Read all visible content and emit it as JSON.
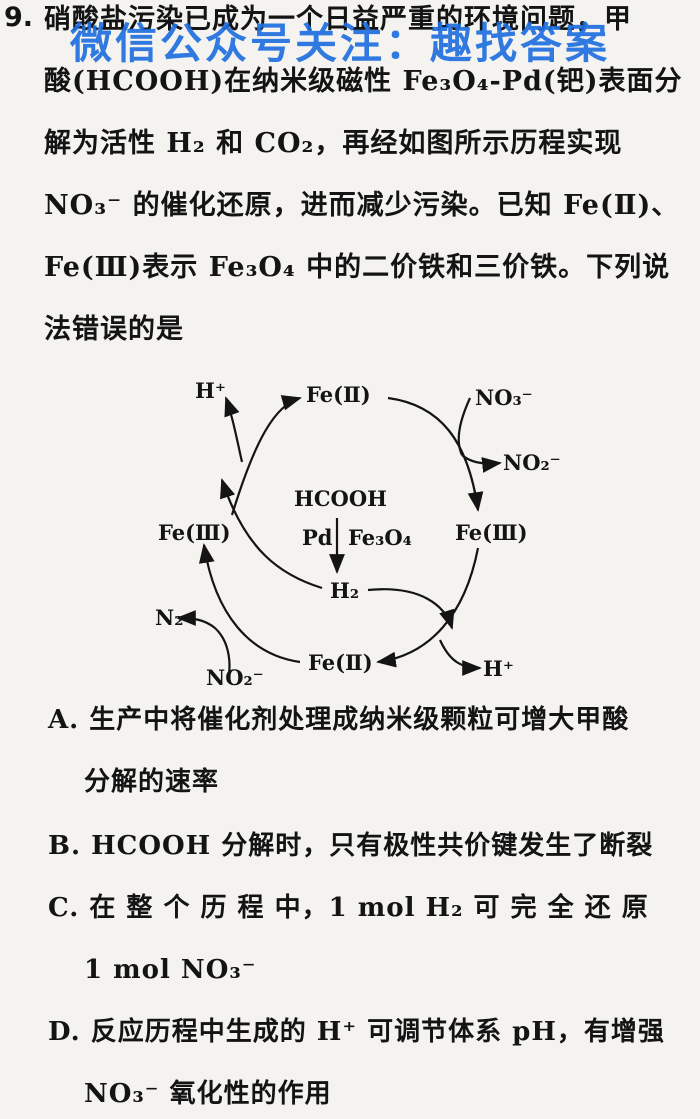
{
  "question": {
    "number": "9.",
    "watermark": "微信公众号关注：趣找答案",
    "stem_lines": [
      "硝酸盐污染已成为一个日益严重的环境问题，甲",
      "酸(HCOOH)在纳米级磁性 Fe₃O₄-Pd(钯)表面分",
      "解为活性 H₂ 和 CO₂，再经如图所示历程实现",
      "NO₃⁻ 的催化还原，进而减少污染。已知 Fe(Ⅱ)、",
      "Fe(Ⅲ)表示 Fe₃O₄ 中的二价铁和三价铁。下列说",
      "法错误的是"
    ]
  },
  "diagram": {
    "labels": {
      "h_plus_top": "H⁺",
      "fe2_top": "Fe(Ⅱ)",
      "no3_top": "NO₃⁻",
      "no2_right": "NO₂⁻",
      "fe3_left": "Fe(Ⅲ)",
      "fe3_right": "Fe(Ⅲ)",
      "hcooh": "HCOOH",
      "pd": "Pd",
      "fe3o4": "Fe₃O₄",
      "h2": "H₂",
      "n2": "N₂",
      "no2_bottom": "NO₂⁻",
      "fe2_bottom": "Fe(Ⅱ)",
      "h_plus_bottom": "H⁺"
    }
  },
  "options": [
    {
      "lines": [
        "A. 生产中将催化剂处理成纳米级颗粒可增大甲酸",
        "分解的速率"
      ]
    },
    {
      "lines": [
        "B. HCOOH 分解时，只有极性共价键发生了断裂"
      ]
    },
    {
      "lines": [
        "C. 在 整 个 历 程 中，1  mol  H₂  可 完 全 还 原",
        "1 mol NO₃⁻"
      ]
    },
    {
      "lines": [
        "D. 反应历程中生成的 H⁺ 可调节体系 pH，有增强",
        "NO₃⁻ 氧化性的作用"
      ]
    }
  ]
}
